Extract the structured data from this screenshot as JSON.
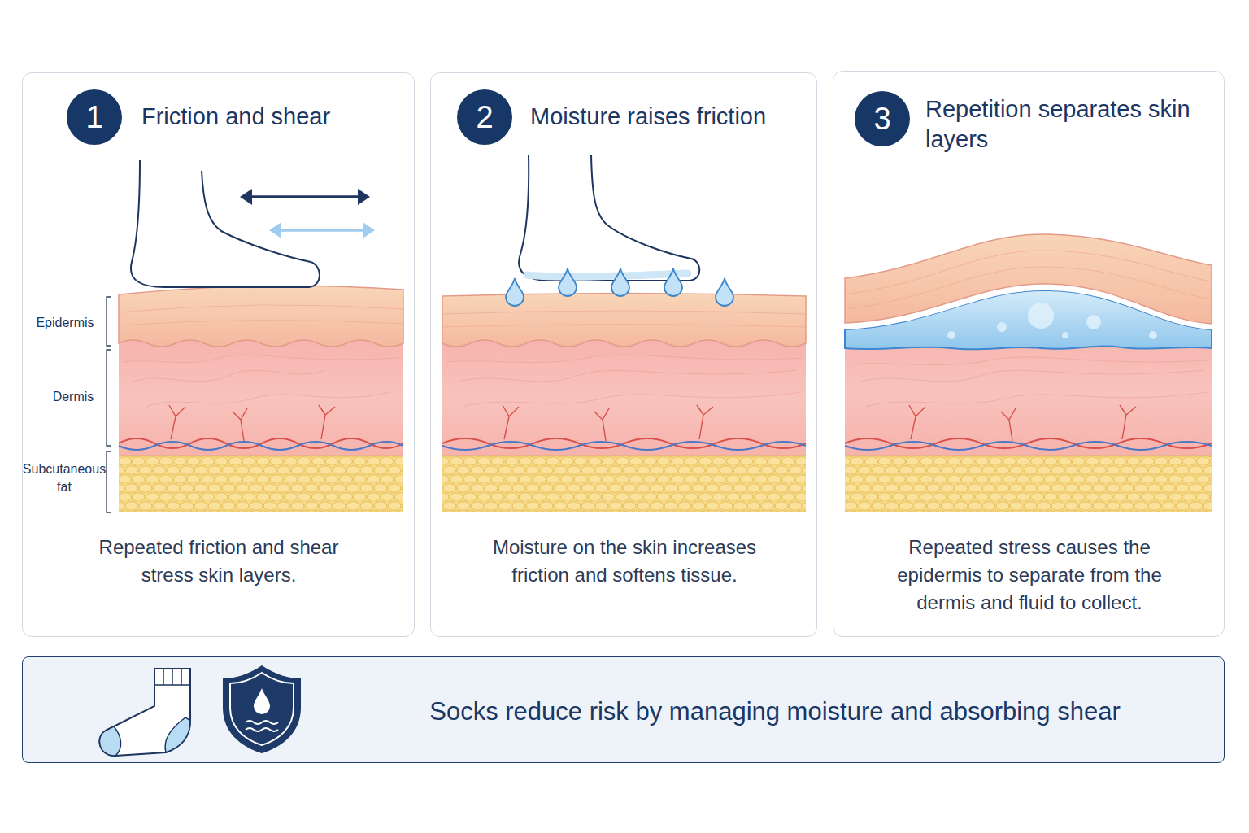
{
  "diagram": {
    "nodes": [
      {
        "text": [
          "Friction and shear",
          "Repeated friction and shear stress skin layers."
        ]
      },
      {
        "text": [
          "1"
        ],
        "in": 0
      },
      {
        "text": [
          "Moisture raises friction",
          "Moisture on the skin increases friction and softens tissue."
        ]
      },
      {
        "text": [
          "2"
        ],
        "in": 2
      },
      {
        "text": [
          "Repetition separates skin layers",
          "Repeated stress causes the epidermis to separate from the dermis and fluid to collect."
        ]
      },
      {
        "text": [
          "3"
        ],
        "in": 4
      },
      {
        "text": [
          "Socks reduce risk by managing moisture and absorbing shear"
        ]
      }
    ],
    "labels": [
      "Epidermis",
      "Dermis",
      "Subcutaneous fat"
    ]
  }
}
